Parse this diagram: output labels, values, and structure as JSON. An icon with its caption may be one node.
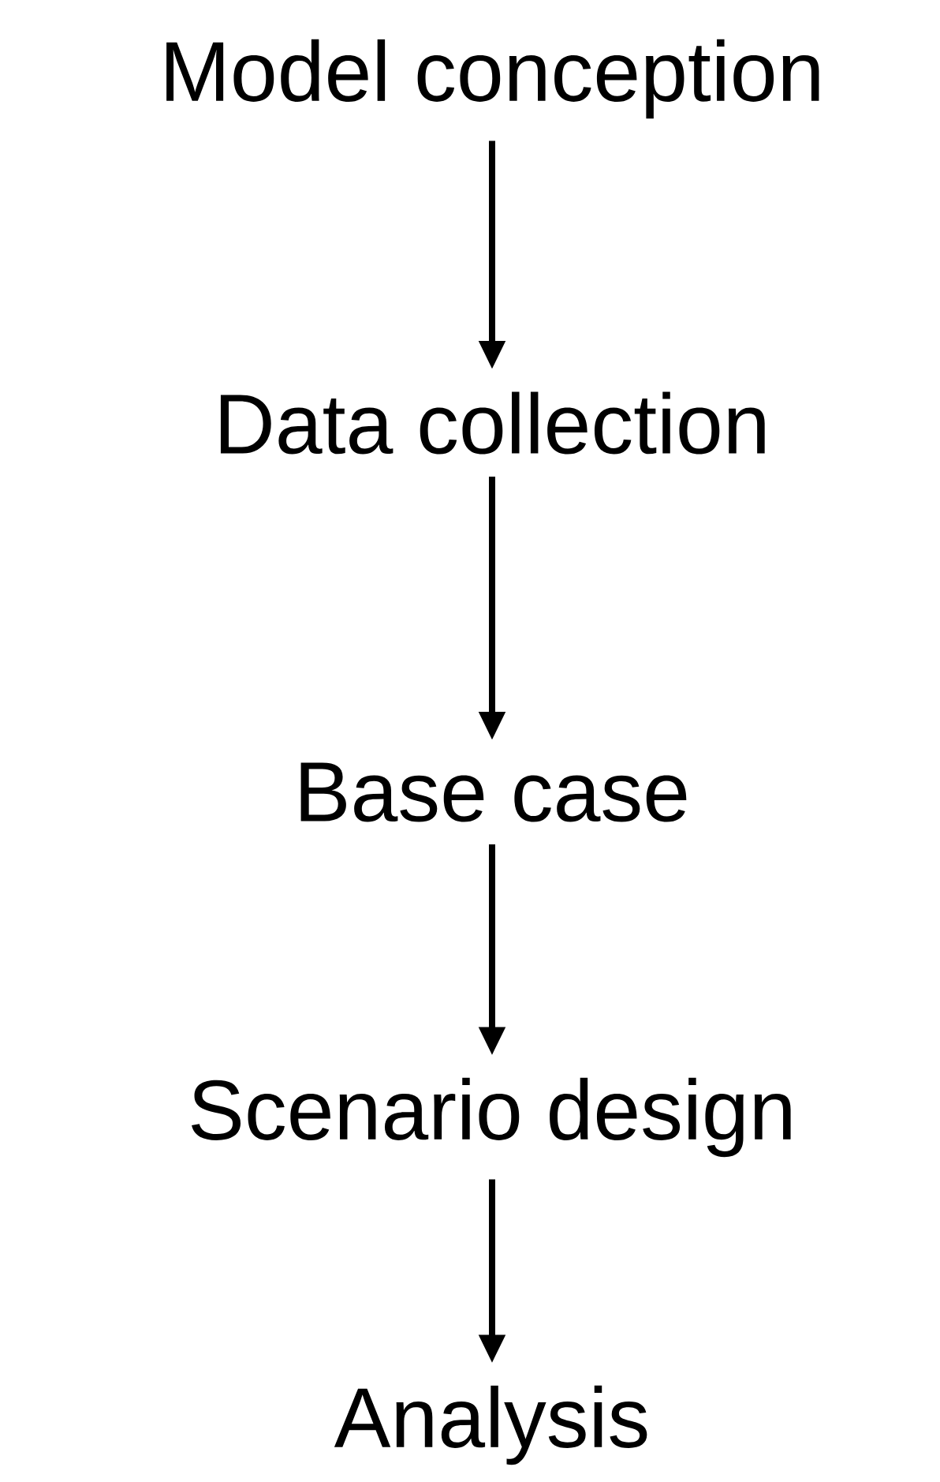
{
  "diagram": {
    "nodes": [
      {
        "text": [
          "Model conception"
        ]
      },
      {
        "text": [
          "Data collection"
        ]
      },
      {
        "text": [
          "Base case"
        ]
      },
      {
        "text": [
          "Scenario design"
        ]
      },
      {
        "text": [
          "Analysis"
        ]
      }
    ],
    "edges": [
      {
        "from": 0,
        "to": 1,
        "arrow": "to"
      },
      {
        "from": 1,
        "to": 2,
        "arrow": "to"
      },
      {
        "from": 2,
        "to": 3,
        "arrow": "to"
      },
      {
        "from": 3,
        "to": 4,
        "arrow": "to"
      }
    ]
  }
}
